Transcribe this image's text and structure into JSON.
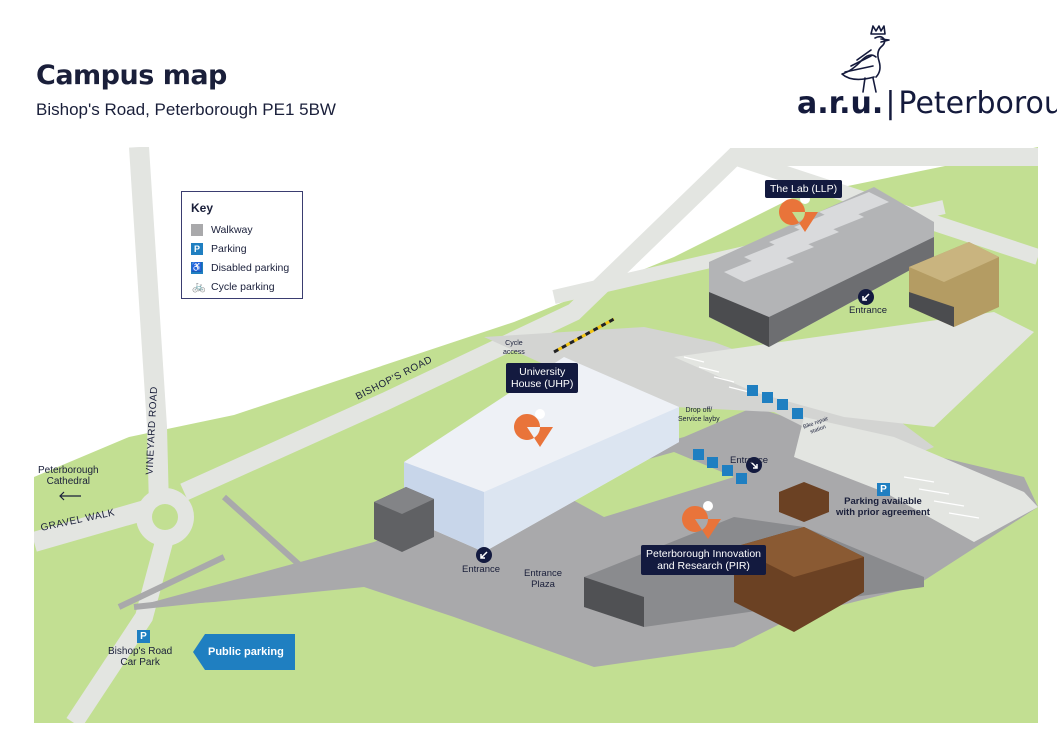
{
  "header": {
    "title": "Campus map",
    "address": "Bishop's Road, Peterborough PE1 5BW"
  },
  "logo": {
    "brand": "a.r.u.",
    "separator": "|",
    "campus": "Peterborough",
    "icon": "heron-crown-icon"
  },
  "key": {
    "title": "Key",
    "items": [
      {
        "label": "Walkway",
        "icon": "walkway-swatch"
      },
      {
        "label": "Parking",
        "icon": "parking-icon"
      },
      {
        "label": "Disabled parking",
        "icon": "disabled-parking-icon"
      },
      {
        "label": "Cycle parking",
        "icon": "bicycle-icon"
      }
    ]
  },
  "roads": {
    "bishops_road": "BISHOP'S ROAD",
    "vineyard_road": "VINEYARD ROAD",
    "gravel_walk": "GRAVEL WALK"
  },
  "buildings": {
    "lab": "The Lab (LLP)",
    "uhp_line1": "University",
    "uhp_line2": "House (UHP)",
    "pir_line1": "Peterborough Innovation",
    "pir_line2": "and Research (PIR)"
  },
  "labels": {
    "cycle_access_1": "Cycle",
    "cycle_access_2": "access",
    "dropoff_1": "Drop off/",
    "dropoff_2": "Service layby",
    "bike_repair_1": "Bike repair",
    "bike_repair_2": "station",
    "entrance_lab": "Entrance",
    "entrance_pir": "Entrance",
    "entrance_uhp": "Entrance",
    "entrance_plaza_1": "Entrance",
    "entrance_plaza_2": "Plaza",
    "parking_prior_1": "Parking available",
    "parking_prior_2": "with prior agreement",
    "cathedral_1": "Peterborough",
    "cathedral_2": "Cathedral",
    "car_park_1": "Bishop's Road",
    "car_park_2": "Car Park",
    "public_parking": "Public parking",
    "parking_letter": "P"
  },
  "colors": {
    "grass": "#c2df92",
    "road": "#e3e5e1",
    "walkway": "#a9a9ab",
    "marker": "#e9743a",
    "label_bg": "#131a3f",
    "parking_blue": "#1f7fc1",
    "pir_brown": "#6b4123",
    "lab_tan": "#b49c63"
  }
}
